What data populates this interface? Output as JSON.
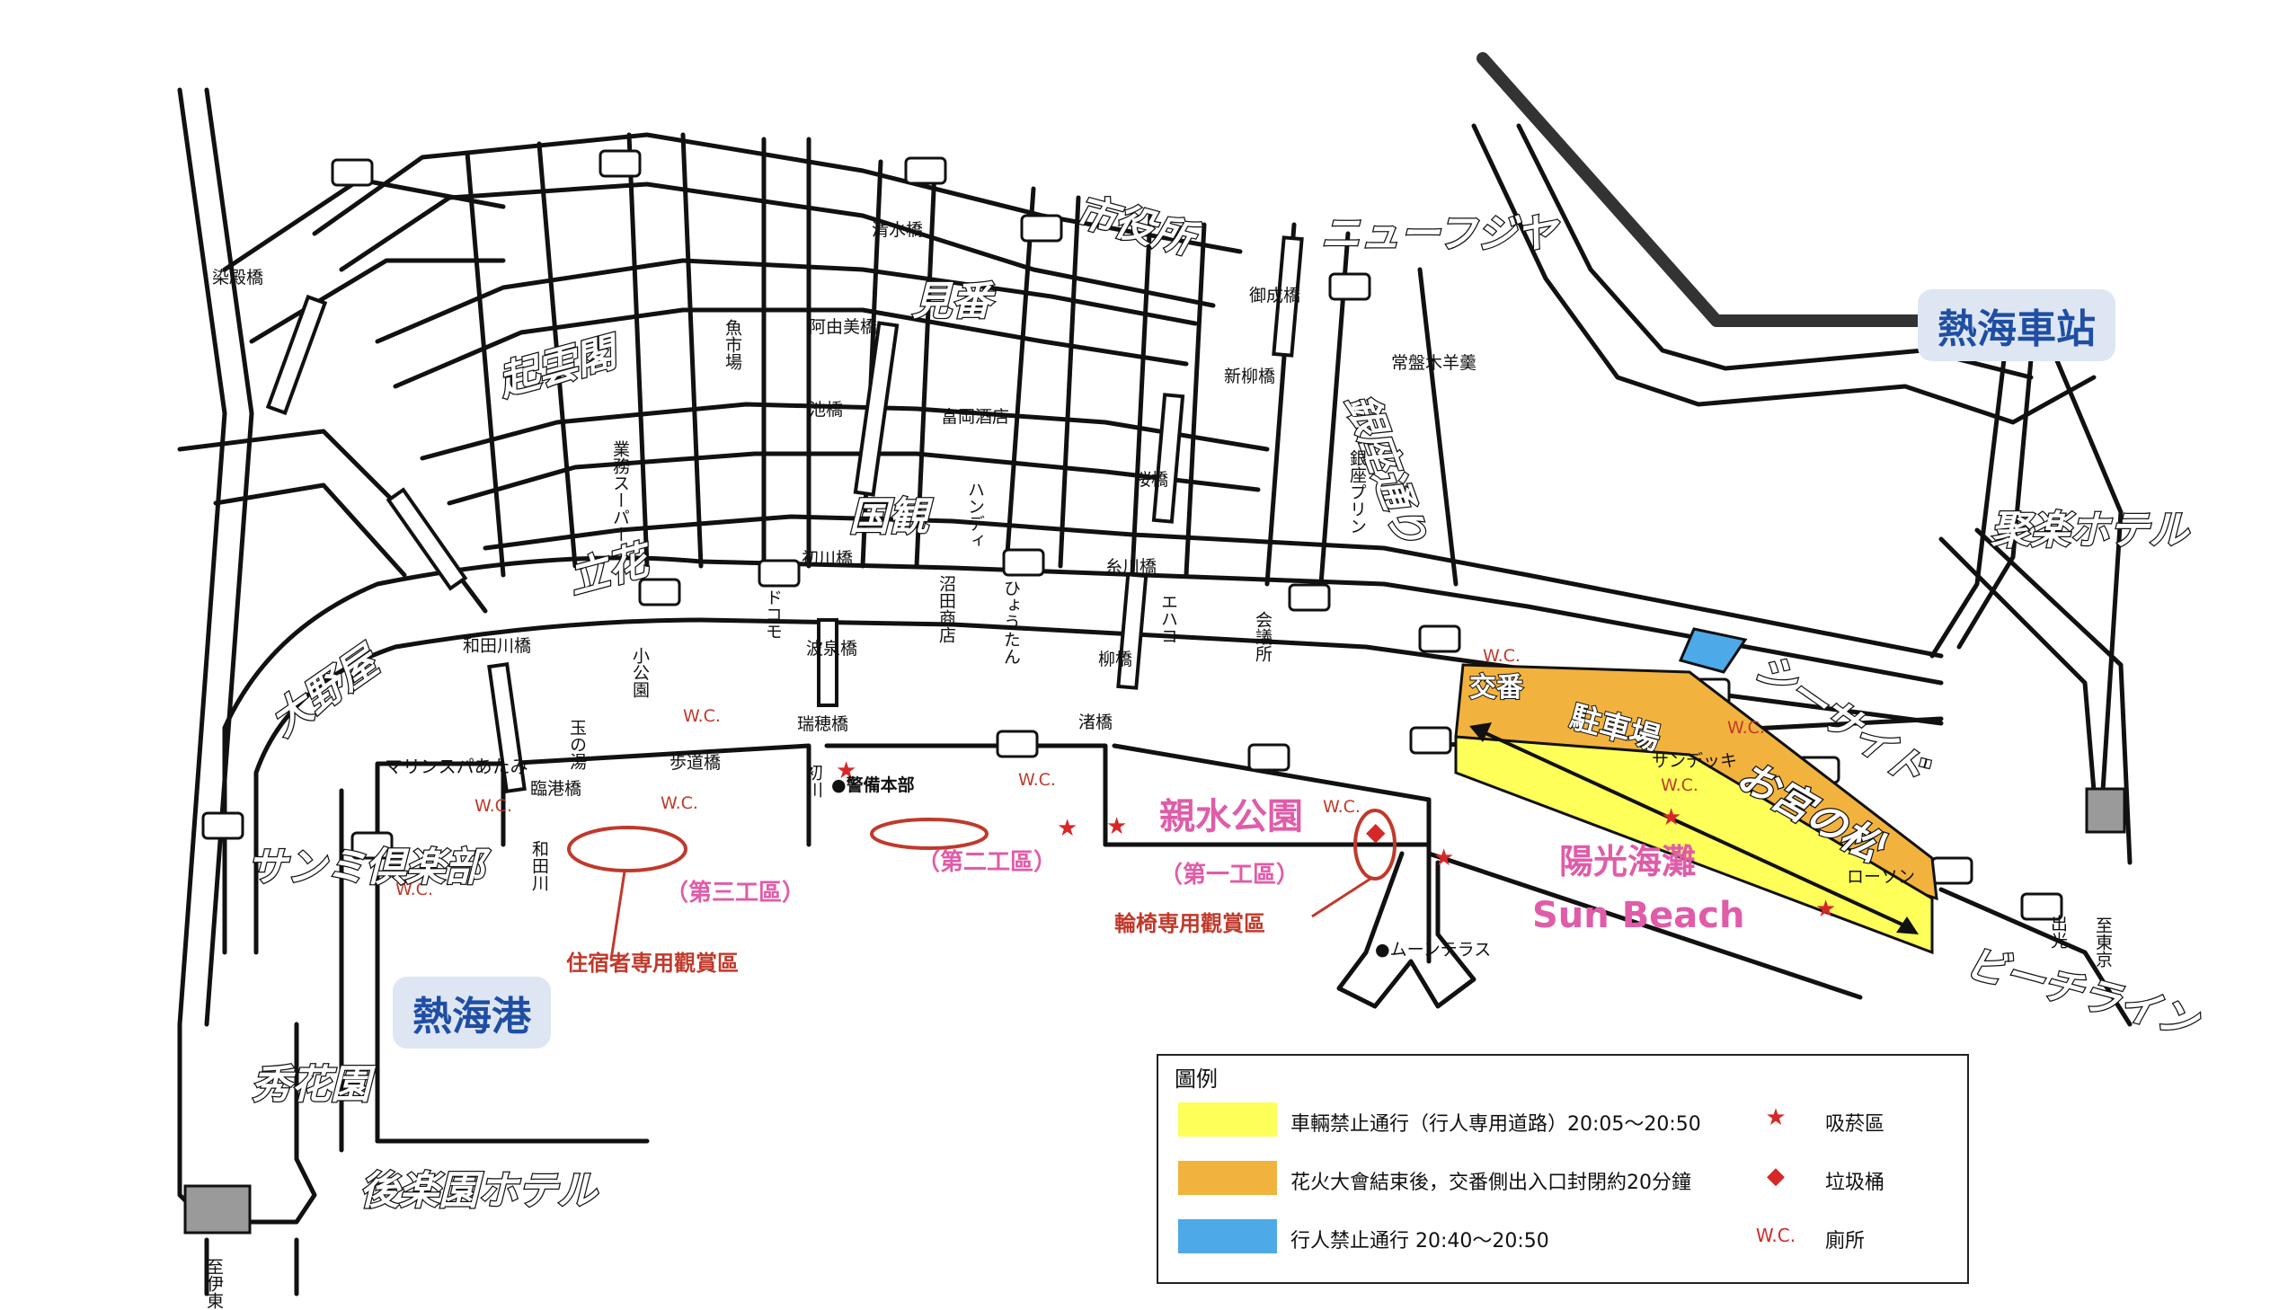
{
  "labels": {
    "station": "熱海車站",
    "port": "熱海港",
    "park": "親水公園",
    "park_zone1": "（第一工區）",
    "zone2": "（第二工區）",
    "zone3": "（第三工區）",
    "resident_area": "住宿者専用觀賞區",
    "wheelchair_area": "輪椅専用觀賞區",
    "beach_jp": "陽光海灘",
    "beach_en": "Sun Beach",
    "parking": "駐車場",
    "police_box": "交番",
    "police_hq": "●警備本部",
    "moon_terrace": "●ムーンテラス",
    "sundeck": "サンデッキ",
    "lawson": "ローソン",
    "wc": "W.C."
  },
  "streets": {
    "shiyakusho": "市役所",
    "new_fujiya": "ニューフジヤ",
    "kenban": "見番",
    "kiunkaku": "起雲閣",
    "kokkan": "国観",
    "tachibana": "立花",
    "onoya": "大野屋",
    "ginza": "銀座通り",
    "seaside": "シーサイド",
    "omiya": "お宮の松",
    "beachline": "ビーチライン",
    "jurakku": "聚楽ホテル",
    "sanmi": "サンミ倶楽部",
    "shukaen": "秀花園",
    "korakuen": "後楽園ホテル",
    "marine": "マリンスパあたみ"
  },
  "places": {
    "somedono": "染殿橋",
    "shimizu": "清水橋",
    "ayumi": "阿由美橋",
    "ike": "池橋",
    "uoichiba": "魚市場",
    "tomioka": "富岡酒店",
    "misei": "御成橋",
    "shinyanagi": "新柳橋",
    "tokiwagi": "常盤木羊羹",
    "sakura": "桜橋",
    "ginzapudding": "銀座プリン",
    "handy": "ハンディ",
    "gyomu": "業務スーパー",
    "hatsukawa_br": "初川橋",
    "itokawa": "糸川橋",
    "docomo": "ドコモ",
    "numata": "沼田商店",
    "hyoutan": "ひょうたん",
    "ehako": "エハコ",
    "kaigisho": "会議所",
    "wadagawa_br": "和田川橋",
    "namiizumi": "波泉橋",
    "yanagi": "柳橋",
    "kokoen": "小公園",
    "zuiho": "瑞穂橋",
    "tama": "玉の湯",
    "hodo": "歩道橋",
    "hatsukawa": "初川",
    "rinko": "臨港橋",
    "wadagawa": "和田川",
    "nagisa": "渚橋",
    "to_tokyo": "至東京",
    "to_izu": "至伊東",
    "deguchi": "出光"
  },
  "legend": {
    "title": "圖例",
    "rows": [
      {
        "color": "#ffff5a",
        "text": "車輛禁止通行（行人専用道路）20:05～20:50",
        "symbol": "★",
        "symbol_text": "吸菸區"
      },
      {
        "color": "#f2b23e",
        "text": "花火大會結束後，交番側出入口封閉約20分鐘",
        "symbol": "◆",
        "symbol_text": "垃圾桶"
      },
      {
        "color": "#4ea9e8",
        "text": "行人禁止通行 20:40～20:50",
        "symbol": "W.C.",
        "symbol_text": "廁所"
      }
    ]
  },
  "colors": {
    "yellow": "#ffff5a",
    "orange": "#f2b23e",
    "blue": "#4ea9e8",
    "red": "#c0392b",
    "pink": "#e05ca8",
    "navy": "#1f4ea3"
  }
}
